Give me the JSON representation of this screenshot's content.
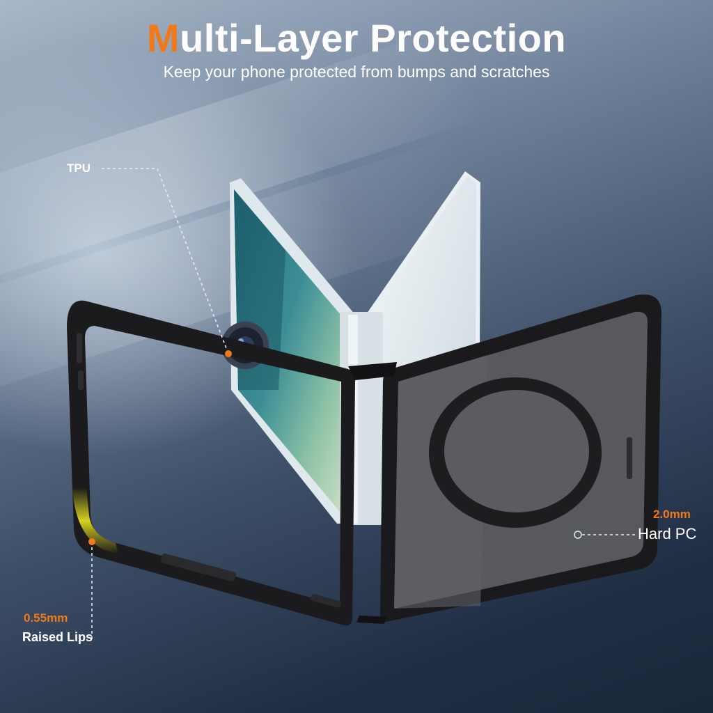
{
  "title": {
    "accent": "M",
    "rest": "ulti-Layer Protection"
  },
  "subtitle": "Keep your phone protected from bumps and scratches",
  "callouts": {
    "tpu": {
      "label": "TPU"
    },
    "raised_lips": {
      "value": "0.55mm",
      "label": "Raised Lips"
    },
    "hard_pc": {
      "value": "2.0mm",
      "label": "Hard PC"
    }
  },
  "colors": {
    "accent": "#f07a1a",
    "dot": "#f07a1a",
    "label": "#ffffff"
  }
}
